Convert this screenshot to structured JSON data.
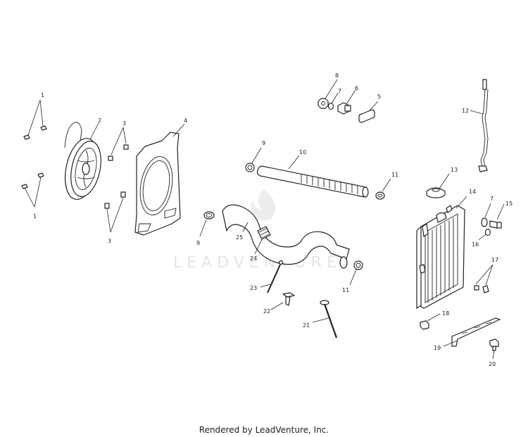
{
  "watermark": "LEADVENTURE",
  "footer": "Rendered by LeadVenture, Inc.",
  "callouts": {
    "c1a": "1",
    "c1b": "1",
    "c2": "2",
    "c3a": "3",
    "c3b": "3",
    "c4": "4",
    "c5": "5",
    "c6": "6",
    "c7a": "7",
    "c7b": "7",
    "c8": "8",
    "c9a": "9",
    "c9b": "9",
    "c10": "10",
    "c11a": "11",
    "c11b": "11",
    "c12": "12",
    "c13": "13",
    "c14": "14",
    "c15": "15",
    "c16": "16",
    "c17": "17",
    "c18": "18",
    "c19": "19",
    "c20": "20",
    "c21": "21",
    "c22": "22",
    "c23": "23",
    "c24": "24",
    "c25": "25"
  }
}
